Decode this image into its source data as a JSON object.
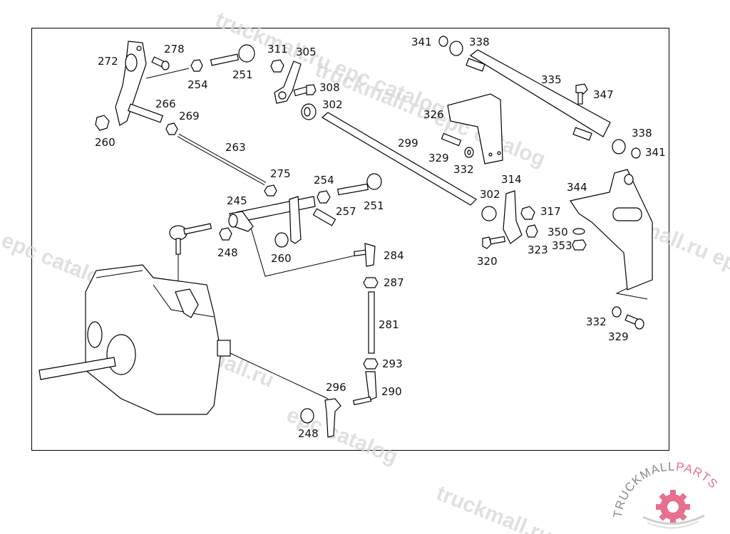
{
  "diagram": {
    "title": "Gearshift linkage exploded view",
    "part_labels": [
      {
        "id": "272",
        "text": "272"
      },
      {
        "id": "278",
        "text": "278"
      },
      {
        "id": "254a",
        "text": "254"
      },
      {
        "id": "251a",
        "text": "251"
      },
      {
        "id": "311",
        "text": "311"
      },
      {
        "id": "305",
        "text": "305"
      },
      {
        "id": "308",
        "text": "308"
      },
      {
        "id": "302a",
        "text": "302"
      },
      {
        "id": "266",
        "text": "266"
      },
      {
        "id": "269",
        "text": "269"
      },
      {
        "id": "260a",
        "text": "260"
      },
      {
        "id": "263",
        "text": "263"
      },
      {
        "id": "275",
        "text": "275"
      },
      {
        "id": "254b",
        "text": "254"
      },
      {
        "id": "251b",
        "text": "251"
      },
      {
        "id": "245",
        "text": "245"
      },
      {
        "id": "257",
        "text": "257"
      },
      {
        "id": "248a",
        "text": "248"
      },
      {
        "id": "260b",
        "text": "260"
      },
      {
        "id": "284",
        "text": "284"
      },
      {
        "id": "287",
        "text": "287"
      },
      {
        "id": "281",
        "text": "281"
      },
      {
        "id": "293",
        "text": "293"
      },
      {
        "id": "296",
        "text": "296"
      },
      {
        "id": "290",
        "text": "290"
      },
      {
        "id": "248b",
        "text": "248"
      },
      {
        "id": "341a",
        "text": "341"
      },
      {
        "id": "338a",
        "text": "338"
      },
      {
        "id": "335",
        "text": "335"
      },
      {
        "id": "347",
        "text": "347"
      },
      {
        "id": "326",
        "text": "326"
      },
      {
        "id": "299",
        "text": "299"
      },
      {
        "id": "329a",
        "text": "329"
      },
      {
        "id": "332a",
        "text": "332"
      },
      {
        "id": "338b",
        "text": "338"
      },
      {
        "id": "341b",
        "text": "341"
      },
      {
        "id": "314",
        "text": "314"
      },
      {
        "id": "344",
        "text": "344"
      },
      {
        "id": "302b",
        "text": "302"
      },
      {
        "id": "317",
        "text": "317"
      },
      {
        "id": "350",
        "text": "350"
      },
      {
        "id": "353",
        "text": "353"
      },
      {
        "id": "323",
        "text": "323"
      },
      {
        "id": "320",
        "text": "320"
      },
      {
        "id": "332b",
        "text": "332"
      },
      {
        "id": "329b",
        "text": "329"
      }
    ]
  },
  "watermarks": [
    "truckmall.ru epc catalog",
    "truckmall.ru epc catalog",
    "epc catalog",
    "truckmall.ru",
    "epc catalog",
    "truckmall.ru epc"
  ],
  "logo": {
    "brand_a": "TRUCKMALL",
    "brand_b": "PARTS",
    "accent": "#e8708f",
    "grey": "#8a8a8a"
  }
}
